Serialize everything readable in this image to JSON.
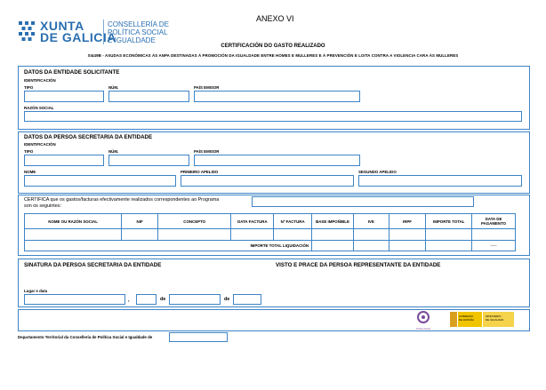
{
  "header": {
    "logo_line1": "XUNTA",
    "logo_line2": "DE GALICIA",
    "cons_line1": "CONSELLERÍA DE",
    "cons_line2": "POLÍTICA SOCIAL",
    "cons_line3": "E IGUALDADE",
    "anexo": "ANEXO VI",
    "title": "CERTIFICACIÓN DO GASTO REALIZADO",
    "subtitle": "SI449B - AXUDAS ECONÓMICAS ÁS ANPA DESTINADAS Á PROMOCIÓN DA IGUALDADE ENTRE HOMES E MULLERES E Á PREVENCIÓN E LOITA CONTRA A VIOLENCIA CARA ÁS MULLERES"
  },
  "section1": {
    "title": "DATOS DA ENTIDADE SOLICITANTE",
    "identificacion": "IDENTIFICACIÓN",
    "tipo": "TIPO",
    "num": "NÚM.",
    "pais": "PAÍS EMISOR",
    "razon": "RAZÓN SOCIAL"
  },
  "section2": {
    "title": "DATOS DA PERSOA SECRETARIA DA ENTIDADE",
    "identificacion": "IDENTIFICACIÓN",
    "tipo": "TIPO",
    "num": "NÚM.",
    "pais": "PAÍS EMISOR",
    "nome": "NOME",
    "apelido1": "PRIMEIRO APELIDO",
    "apelido2": "SEGUNDO APELIDO"
  },
  "section3": {
    "certifica_line1": "CERTIFICA que os gastos/facturas efectivamente realizados correspondentes ao Programa",
    "certifica_line2": "son os seguintes:",
    "columns": [
      "NOME OU RAZÓN SOCIAL",
      "NIF",
      "CONCEPTO",
      "DATA FACTURA",
      "Nº FACTURA",
      "BASE IMPOÑIBLE",
      "IVE",
      "IRPF",
      "IMPORTE TOTAL",
      "DATA DE PAGAMENTO"
    ],
    "total_label": "IMPORTE TOTAL LIQUIDACIÓN",
    "total_dash": "-----"
  },
  "section4": {
    "sinatura": "SINATURA DA PERSOA SECRETARIA DA ENTIDADE",
    "visto": "VISTO E PRACE DA PERSOA REPRESENTANTE DA ENTIDADE",
    "lugar": "Lugar e data",
    "comma": ",",
    "de1": "de",
    "de2": "de"
  },
  "footer": {
    "departamento": "Departamento Territorial da Consellería de Política Social e Igualdade de",
    "emblem1": "Política Social",
    "emblem2a": "GOBIERNO",
    "emblem2b": "DE ESPAÑA",
    "emblem3a": "MINISTERIO",
    "emblem3b": "DE IGUALDAD"
  }
}
